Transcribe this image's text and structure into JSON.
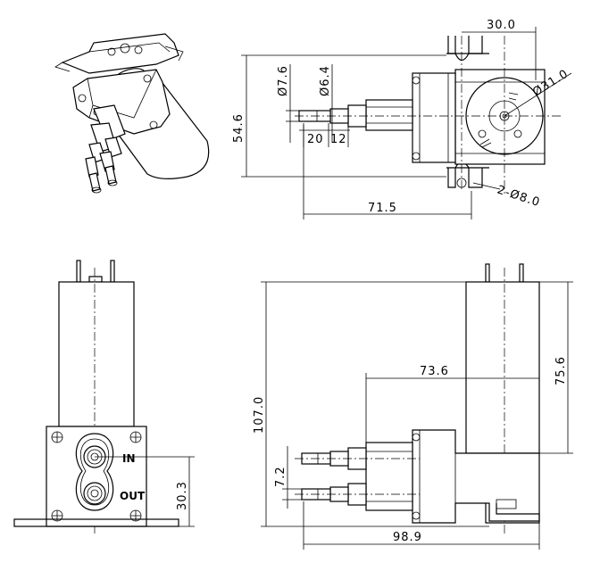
{
  "dimensions": {
    "top_width": "30.0",
    "dia_7_6": "Ø7.6",
    "dia_6_4": "Ø6.4",
    "dia_31": "Ø31.0",
    "height_54_6": "54.6",
    "len_20": "20",
    "len_12": "12",
    "holes": "2-Ø8.0",
    "len_71_5": "71.5",
    "height_107": "107.0",
    "len_73_6": "73.6",
    "height_75_6": "75.6",
    "height_7_2": "7.2",
    "height_30_3": "30.3",
    "len_98_9": "98.9"
  },
  "ports": {
    "in": "IN",
    "out": "OUT"
  }
}
